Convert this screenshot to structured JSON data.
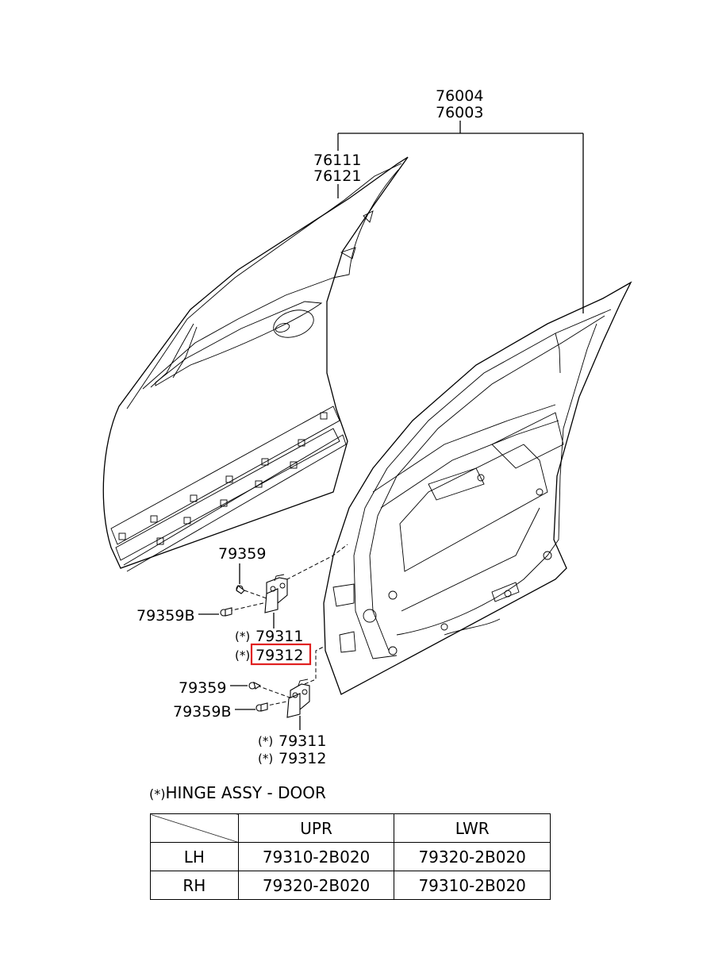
{
  "callouts": {
    "assembly_a": "76004",
    "assembly_b": "76003",
    "panel_a": "76111",
    "panel_b": "76121",
    "upper_bolt": "79359",
    "upper_bolt_b": "79359B",
    "upper_hinge_a": "79311",
    "upper_hinge_b": "79312",
    "lower_bolt": "79359",
    "lower_bolt_b": "79359B",
    "lower_hinge_a": "79311",
    "lower_hinge_b": "79312",
    "asterisk": "(*)"
  },
  "highlight": {
    "part": "79312",
    "color": "#e02020"
  },
  "table": {
    "title_symbol": "(*)",
    "title": "HINGE ASSY - DOOR",
    "columns": [
      "",
      "UPR",
      "LWR"
    ],
    "rows": [
      {
        "side": "LH",
        "upr": "79310-2B020",
        "lwr": "79320-2B020"
      },
      {
        "side": "RH",
        "upr": "79320-2B020",
        "lwr": "79310-2B020"
      }
    ]
  },
  "icons": [
    "door-outer-panel-drawing",
    "door-frame-drawing",
    "hinge-icon",
    "bolt-icon"
  ]
}
